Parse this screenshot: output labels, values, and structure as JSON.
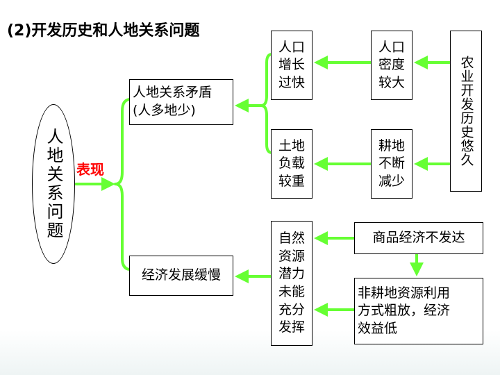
{
  "title": "(2)开发历史和人地关系问题",
  "central": "人地关系问题",
  "relation_label": "表现",
  "nodes": {
    "contradiction": "人地关系矛盾\n(人多地少)",
    "slow_economy": "经济发展缓慢",
    "pop_growth": "人口\n增长\n过快",
    "land_burden": "土地\n负载\n较重",
    "pop_density": "人口\n密度\n较大",
    "farmland_decrease": "耕地\n不断\n减少",
    "agri_history": "农业开发历史悠久",
    "resource_potential": "自然\n资源\n潜力\n未能\n充分\n发挥",
    "commodity_economy": "商品经济不发达",
    "non_farmland_use": "非耕地资源利用\n方式粗放，经济\n效益低"
  },
  "colors": {
    "arrow": "#66ff33",
    "label": "#ff0000"
  }
}
